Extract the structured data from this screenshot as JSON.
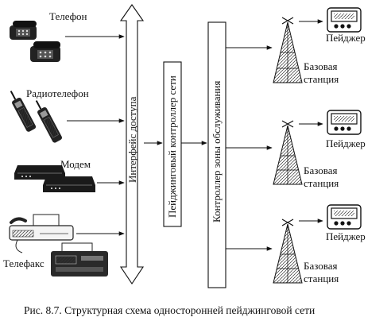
{
  "devices": {
    "phone_label": "Телефон",
    "radiophone_label": "Радиотелефон",
    "modem_label": "Модем",
    "fax_label": "Телефакс"
  },
  "blocks": {
    "access_interface": "Интерфейс доступа",
    "paging_controller": "Пейджинговый контроллер сети",
    "zone_controller": "Контроллер зоны обслуживания"
  },
  "stations": [
    {
      "pager_label": "Пейджер",
      "station_label_1": "Базовая",
      "station_label_2": "станция"
    },
    {
      "pager_label": "Пейджер",
      "station_label_1": "Базовая",
      "station_label_2": "станция"
    },
    {
      "pager_label": "Пейджер",
      "station_label_1": "Базовая",
      "station_label_2": "станция"
    }
  ],
  "caption": "Рис. 8.7. Структурная схема односторонней пейджинговой сети"
}
